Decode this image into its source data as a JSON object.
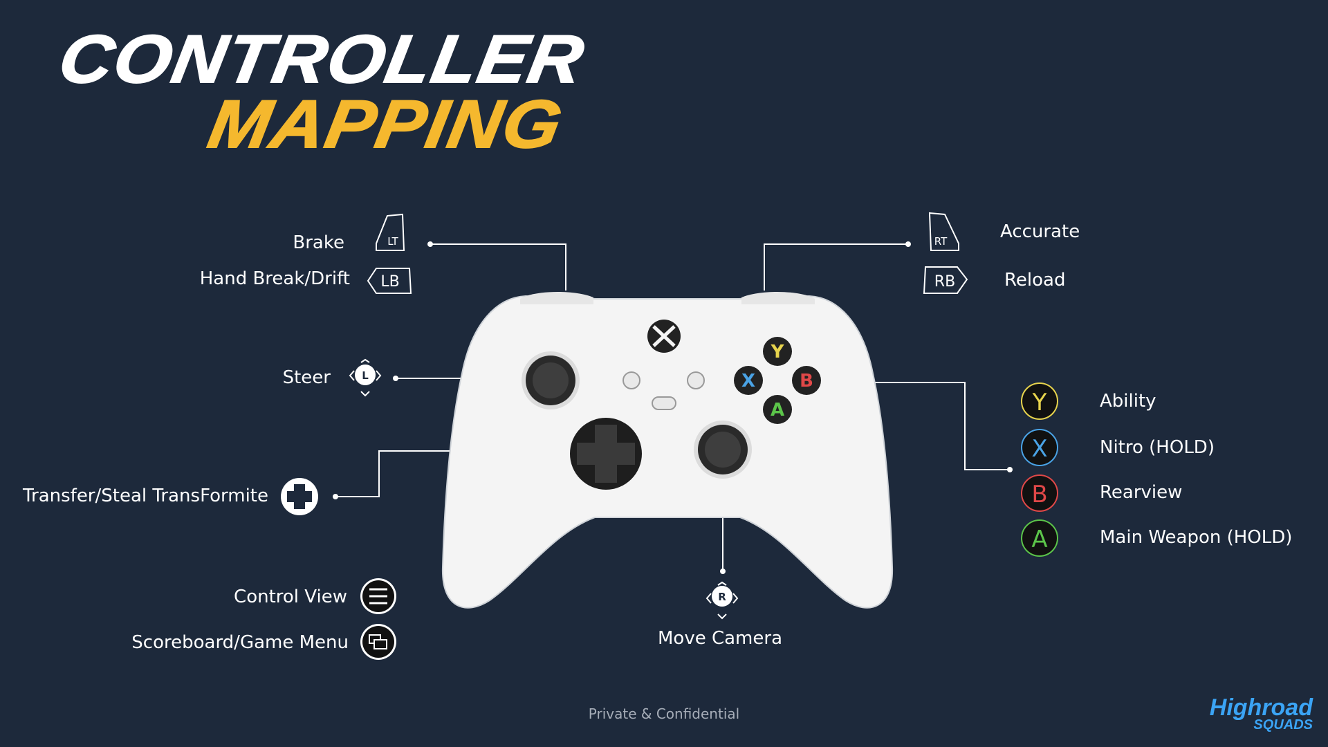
{
  "title": {
    "line1": "CONTROLLER",
    "line2": "MAPPING"
  },
  "left_labels": {
    "brake": "Brake",
    "hand_break": "Hand Break/Drift",
    "steer": "Steer",
    "transfer": "Transfer/Steal TransFormite",
    "control_view": "Control View",
    "scoreboard": "Scoreboard/Game Menu"
  },
  "right_labels": {
    "accurate": "Accurate",
    "reload": "Reload",
    "ability": "Ability",
    "nitro": "Nitro (HOLD)",
    "rearview": "Rearview",
    "main_weapon": "Main Weapon (HOLD)"
  },
  "bottom_label": {
    "move_camera": "Move Camera"
  },
  "button_glyphs": {
    "lt": "LT",
    "lb": "LB",
    "rt": "RT",
    "rb": "RB",
    "l_stick": "L",
    "r_stick": "R",
    "y": "Y",
    "x": "X",
    "b": "B",
    "a": "A"
  },
  "colors": {
    "background": "#1d293b",
    "title_accent": "#f5b82e",
    "y_button": "#e8d44d",
    "x_button": "#4aa3e6",
    "b_button": "#e04848",
    "a_button": "#5cc54a",
    "logo": "#3ba4f5"
  },
  "footer": "Private & Confidential",
  "logo": {
    "line1": "Highroad",
    "line2": "SQUADS"
  }
}
